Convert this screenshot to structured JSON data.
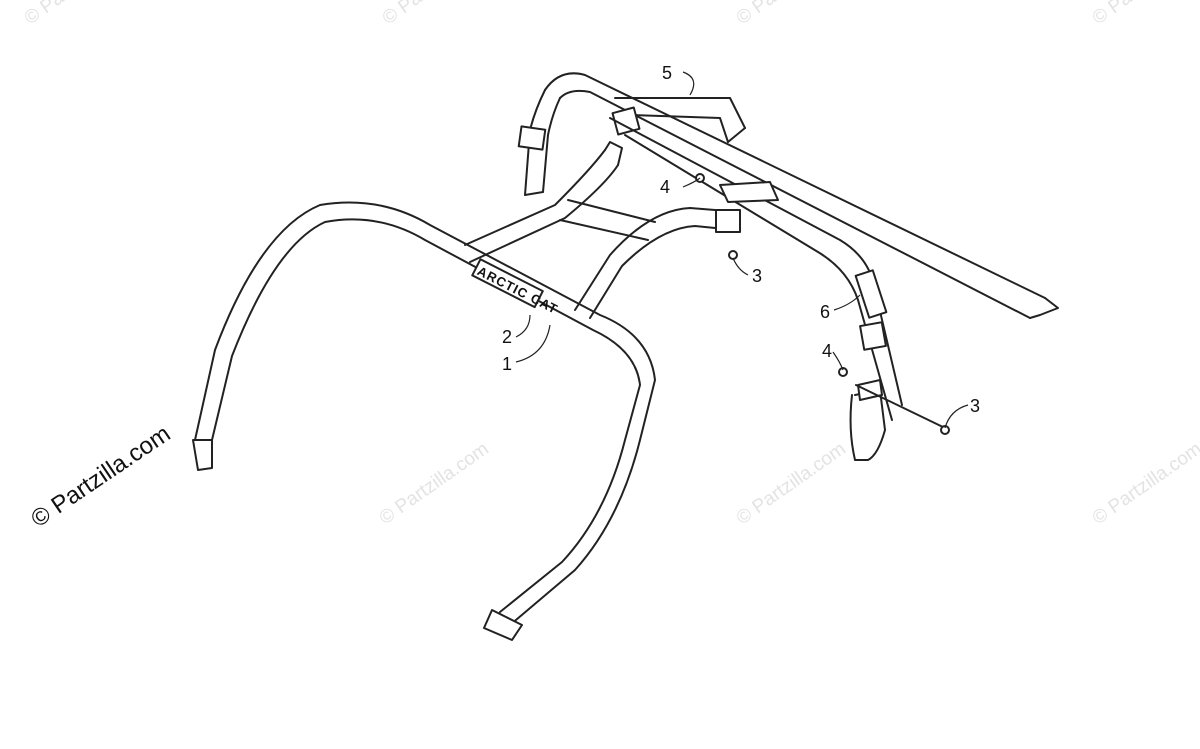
{
  "watermark": "© Partzilla.com",
  "copyright": "© Partzilla.com",
  "decal_text": "ARCTIC CAT",
  "callouts": [
    "5",
    "4",
    "3",
    "6",
    "2",
    "1",
    "4",
    "3"
  ]
}
